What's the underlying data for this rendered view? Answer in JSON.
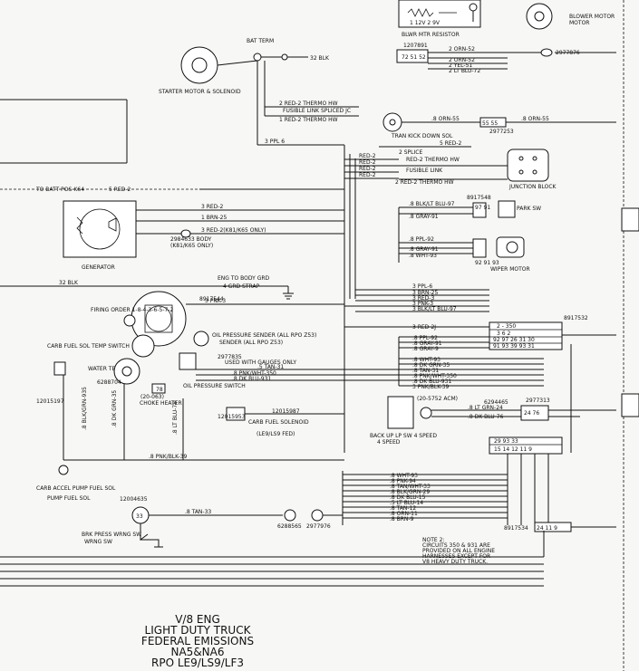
{
  "top": {
    "blwr_mtr_resistor": "BLWR MTR RESISTOR",
    "blower_motor": "BLOWER MOTOR",
    "resistor_taps": "1 12V 2 9V",
    "part_no_1": "1207891"
  },
  "bat_term": {
    "label": "BAT TERM",
    "blk_wire": "32 BLK"
  },
  "starter": {
    "label": "STARTER MOTOR & SOLENOID"
  },
  "generator": {
    "label": "GENERATOR"
  },
  "thermo": {
    "red2_a": "2 RED-2 THERMO HW",
    "fusible_note": "FUSIBLE LINK SPLICED JC",
    "red2_b": "1 RED-2 THERMO HW",
    "ppl6": "3 PPL 6",
    "red2_c": "RED-2 THERMO HW",
    "red2_d": "RED-2 THERMO HW",
    "red2_e": "2 RED-2 THERMO HW",
    "splice": "2 SPLICE",
    "fusible_link": "FUSIBLE LINK"
  },
  "tran": {
    "label": "TRAN KICK DOWN SOL",
    "orn_a": ".8 ORN-55",
    "orn_b": ".8 ORN-55",
    "conn": "55 55",
    "part": "2977253",
    "red2": "5 RED-2"
  },
  "junction": {
    "label": "JUNCTION BLOCK"
  },
  "blower_wires": {
    "orn52_a": "2 ORN-52",
    "orn52_b": "2 ORN-52",
    "yel51": "2 YEL-51",
    "ltblu72": "2 LT BLU-72",
    "conn": "72 51 52",
    "part": "2977876"
  },
  "battpos": {
    "label": "TO BATT POS-K64",
    "wire": "5 RED-2"
  },
  "gen_wires": {
    "red2": "3 RED-2",
    "brn25": "1 BRN-25",
    "red2_k81": "3 RED-2(K81/K65 ONLY)",
    "part": "2984633 BODY",
    "part_note": "(K81/K65 ONLY)",
    "red2_short": "3 RED-2"
  },
  "wiper": {
    "park_sw": "PARK SW",
    "blk_ltblu": ".8 BLK/LT BLU-97",
    "gray91": ".8 GRAY-91",
    "ppl92": ".8 PPL-92",
    "gray91b": ".8 GRAY-91",
    "wht93": ".8 WHT-93",
    "label": "WIPER MOTOR",
    "conn1": "97 91",
    "conn2": "92 91 93",
    "part": "8917548"
  },
  "ground": {
    "blk": "32 BLK",
    "to_body": "ENG TO BODY GRD",
    "strap": "4 GRD STRAP"
  },
  "dist": {
    "pnk3": "3 PNK-3",
    "firing": "FIRING ORDER 1-8-4-3-6-5-7-2",
    "part": "8917544"
  },
  "bundle_a": {
    "ppl6": "3 PPL-6",
    "brn25": "3 BRN-25",
    "red3": "3 RED-3",
    "pnk3": "3 PNK-3",
    "blkltblu97": "3 BLK/LT BLU-97",
    "red2j": "3 RED-2J",
    "ppl92": ".8 PPL-92",
    "gray91": ".8 GRAY-91",
    "gray9": ".8 GRAY-9",
    "wht93": ".8 WHT-93",
    "dkgrn35": ".8 DK GRN-35",
    "tan31": ".8 TAN-31",
    "pnkwht350": ".8 PNK/WHT-350",
    "dkblu931": ".8 DK BLU-931",
    "pnkblk39": "3 PNK/BLK-39"
  },
  "conn_block": {
    "row1": "2 - 350",
    "row2": "3 6 2",
    "row3": "92 97 26 31 30",
    "row4": "91 93 39 93 31",
    "part": "8917532"
  },
  "carb_fuel_sol_temp": {
    "label": "CARB FUEL SOL TEMP SWITCH"
  },
  "water_temp": {
    "label": "WATER TEMP SW",
    "part": "6288704"
  },
  "oil": {
    "sender": "OIL PRESSURE SENDER (ALL RPO Z53)",
    "switch": "OIL PRESSURE SWITCH",
    "used_gauges": "USED WITH GAUGES ONLY",
    "tan31": ".5 TAN-31",
    "pnkwht350": ".8 PNK/WHT-350",
    "dkblu931": ".8 DK BLU-931",
    "part": "2977835"
  },
  "choke": {
    "label": "CHOKE HEATER",
    "part": "(20-063)"
  },
  "carb_sol": {
    "label": "CARB FUEL SOLENOID",
    "note": "(LE9/LS9 FED)",
    "part1": "12015953",
    "part2": "12015987"
  },
  "left_wires": {
    "blk_grn": ".8 BLK/GRN-935",
    "dkgrn35": ".8 DK GRN-35",
    "ltblu78": ".8 LT BLU-78",
    "pnkblk39": ".8 PNK/BLK-39",
    "part1": "12015197",
    "part2": "6288704"
  },
  "backup": {
    "label": "BACK UP LP SW 4 SPEED",
    "ltgrn24": ".8 LT GRN-24",
    "dkblu76": ".8 DK BLU-76",
    "conn": "24 76",
    "part1": "6294465",
    "part2": "2977313",
    "part3": "(20-5752 ACM)"
  },
  "carb_accel": {
    "label": "CARB ACCEL PUMP FUEL SOL"
  },
  "bundle_b": {
    "wht93": ".8 WHT-93",
    "pnk94": ".8 PNK-94",
    "tanwht33": ".8 TAN/WHT-33",
    "blkgrn29": ".8 BLK/GRN-29",
    "dkblu15": ".8 DK BLU-15",
    "ltblu14": ".5 LT BLU-14",
    "tan12": ".8 TAN-12",
    "orn11": ".8 ORN-11",
    "brn9": ".8 BRN-9",
    "conn_a": "29 93 33",
    "conn_b": "15 14 12 11 9",
    "conn_c": "24 11 9",
    "part": "8917534"
  },
  "brk": {
    "label": "BRK PRESS WRNG SW",
    "tan33": ".8 TAN-33",
    "part": "12004635",
    "part2": "6288565",
    "part3": "2977976"
  },
  "note": {
    "text1": "NOTE 2:",
    "text2": "CIRCUITS 350 & 931 ARE",
    "text3": "PROVIDED ON ALL ENGINE",
    "text4": "HARNESSES EXCEPT FOR",
    "text5": "V8 HEAVY DUTY TRUCK."
  },
  "caption": {
    "line1": "V/8 ENG",
    "line2": "LIGHT DUTY TRUCK",
    "line3": "FEDERAL EMISSIONS",
    "line4": "NA5&NA6",
    "line5": "RPO LE9/LS9/LF3"
  }
}
